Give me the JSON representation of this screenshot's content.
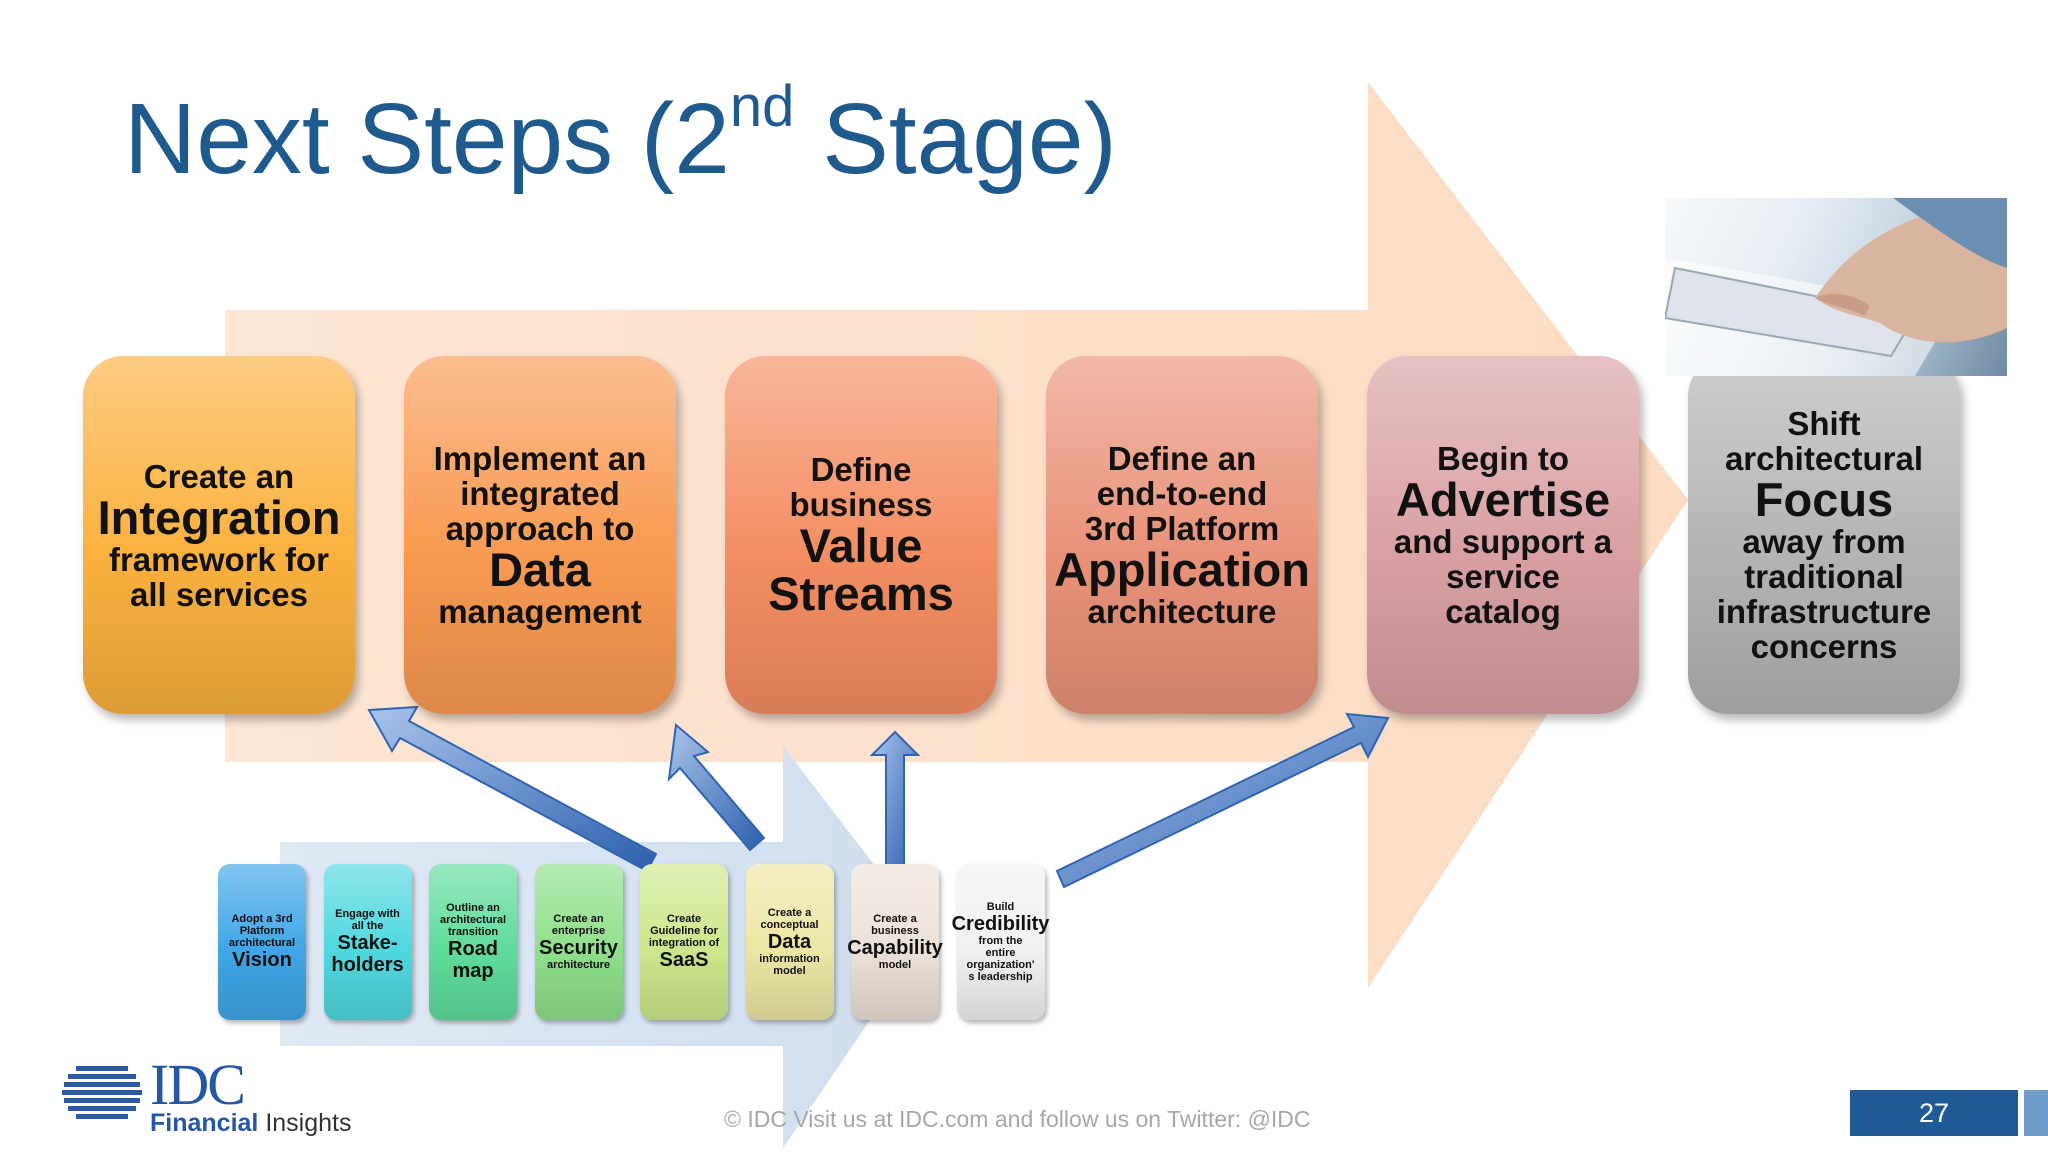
{
  "title": {
    "main": "Next Steps (2",
    "sup": "nd",
    "end": " Stage)"
  },
  "steps": [
    {
      "lines": [
        {
          "t": "Create an",
          "big": false
        },
        {
          "t": "Integration",
          "big": true
        },
        {
          "t": "framework for",
          "big": false
        },
        {
          "t": "all services",
          "big": false
        }
      ],
      "color": "#fbb13e"
    },
    {
      "lines": [
        {
          "t": "Implement an",
          "big": false
        },
        {
          "t": "integrated",
          "big": false
        },
        {
          "t": "approach to",
          "big": false
        },
        {
          "t": "Data",
          "big": true
        },
        {
          "t": "management",
          "big": false
        }
      ],
      "color": "#f99a52"
    },
    {
      "lines": [
        {
          "t": "Define",
          "big": false
        },
        {
          "t": "business",
          "big": false
        },
        {
          "t": "Value",
          "big": true
        },
        {
          "t": "Streams",
          "big": true
        }
      ],
      "color": "#f48e63"
    },
    {
      "lines": [
        {
          "t": "Define an",
          "big": false
        },
        {
          "t": "end-to-end",
          "big": false
        },
        {
          "t": "3rd Platform",
          "big": false
        },
        {
          "t": "Application",
          "big": true
        },
        {
          "t": "architecture",
          "big": false
        }
      ],
      "color": "#e99279"
    },
    {
      "lines": [
        {
          "t": "Begin to",
          "big": false
        },
        {
          "t": "Advertise",
          "big": true
        },
        {
          "t": "and support a",
          "big": false
        },
        {
          "t": "service",
          "big": false
        },
        {
          "t": "catalog",
          "big": false
        }
      ],
      "color": "#d9a0a3"
    },
    {
      "lines": [
        {
          "t": "Shift",
          "big": false
        },
        {
          "t": "architectural",
          "big": false
        },
        {
          "t": "Focus",
          "big": true
        },
        {
          "t": "away from",
          "big": false
        },
        {
          "t": "traditional",
          "big": false
        },
        {
          "t": "infrastructure",
          "big": false
        },
        {
          "t": "concerns",
          "big": false
        }
      ],
      "color": "#b4b4b4"
    }
  ],
  "substeps": [
    {
      "lines": [
        {
          "t": "Adopt a 3rd",
          "big": false
        },
        {
          "t": "Platform",
          "big": false
        },
        {
          "t": "architectural",
          "big": false
        },
        {
          "t": "Vision",
          "big": true
        }
      ],
      "color": "#3fa6e6"
    },
    {
      "lines": [
        {
          "t": "Engage with",
          "big": false
        },
        {
          "t": "all the",
          "big": false
        },
        {
          "t": "Stake-",
          "big": true
        },
        {
          "t": "holders",
          "big": true
        }
      ],
      "color": "#4fd8df"
    },
    {
      "lines": [
        {
          "t": "Outline an",
          "big": false
        },
        {
          "t": "architectural",
          "big": false
        },
        {
          "t": "transition",
          "big": false
        },
        {
          "t": "Road",
          "big": true
        },
        {
          "t": "map",
          "big": true
        }
      ],
      "color": "#5fdc9c"
    },
    {
      "lines": [
        {
          "t": "Create an",
          "big": false
        },
        {
          "t": "enterprise",
          "big": false
        },
        {
          "t": "Security",
          "big": true
        },
        {
          "t": "architecture",
          "big": false
        }
      ],
      "color": "#8fe08a"
    },
    {
      "lines": [
        {
          "t": "Create",
          "big": false
        },
        {
          "t": "Guideline for",
          "big": false
        },
        {
          "t": "integration of",
          "big": false
        },
        {
          "t": "SaaS",
          "big": true
        }
      ],
      "color": "#cde78c"
    },
    {
      "lines": [
        {
          "t": "Create a",
          "big": false
        },
        {
          "t": "conceptual",
          "big": false
        },
        {
          "t": "Data",
          "big": true
        },
        {
          "t": "information",
          "big": false
        },
        {
          "t": "model",
          "big": false
        }
      ],
      "color": "#ece6a4"
    },
    {
      "lines": [
        {
          "t": "Create a",
          "big": false
        },
        {
          "t": "business",
          "big": false
        },
        {
          "t": "Capability",
          "big": true
        },
        {
          "t": "model",
          "big": false
        }
      ],
      "color": "#ece1d8"
    },
    {
      "lines": [
        {
          "t": "Build",
          "big": false
        },
        {
          "t": "Credibility",
          "big": true
        },
        {
          "t": "from the",
          "big": false
        },
        {
          "t": "entire",
          "big": false
        },
        {
          "t": "organization'",
          "big": false
        },
        {
          "t": "s leadership",
          "big": false
        }
      ],
      "color": "#f1f1f1"
    }
  ],
  "footer": "© IDC   Visit us at IDC.com and follow us on Twitter: @IDC",
  "page_number": "27",
  "logo": {
    "name": "IDC",
    "sub_bold": "Financial",
    "sub_rest": " Insights"
  },
  "colors": {
    "title": "#1f5a8f",
    "big_arrow": "#fde3d2",
    "small_arrow": "#dde8f3",
    "connector": "#3d72c2"
  }
}
